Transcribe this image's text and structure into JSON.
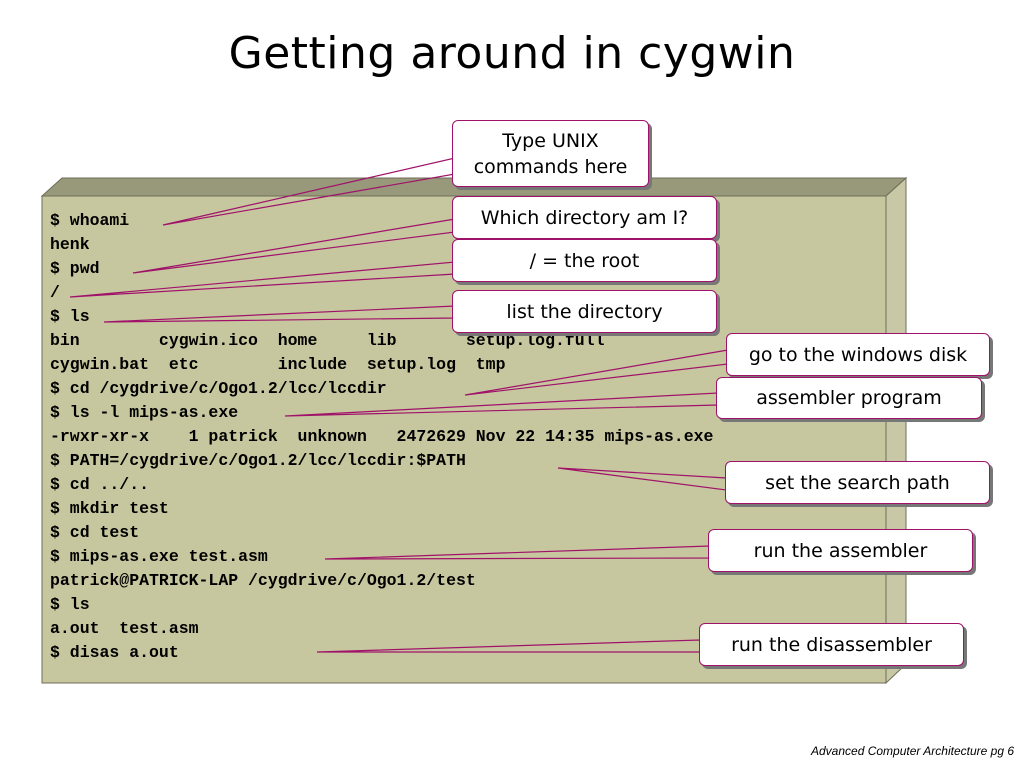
{
  "title": "Getting around in cygwin",
  "colors": {
    "terminal_face": "#c7c79f",
    "terminal_top": "#98987a",
    "terminal_side": "#c8c8a6",
    "callout_border": "#a0126a",
    "leader_line": "#a0126a"
  },
  "terminal": {
    "lines": [
      "$ whoami",
      "henk",
      "$ pwd",
      "/",
      "$ ls",
      "bin        cygwin.ico  home     lib       setup.log.full",
      "cygwin.bat  etc        include  setup.log  tmp",
      "$ cd /cygdrive/c/Ogo1.2/lcc/lccdir",
      "$ ls -l mips-as.exe",
      "-rwxr-xr-x    1 patrick  unknown   2472629 Nov 22 14:35 mips-as.exe",
      "$ PATH=/cygdrive/c/Ogo1.2/lcc/lccdir:$PATH",
      "$ cd ../..",
      "$ mkdir test",
      "$ cd test",
      "$ mips-as.exe test.asm",
      "patrick@PATRICK-LAP /cygdrive/c/Ogo1.2/test",
      "$ ls",
      "a.out  test.asm",
      "$ disas a.out"
    ]
  },
  "callouts": {
    "type_unix": "Type UNIX\ncommands here",
    "which_dir": "Which directory am I?",
    "root": "/ = the root",
    "list_dir": "list the directory",
    "windows_disk": "go to the windows disk",
    "assembler_program": "assembler program",
    "search_path": "set the search path",
    "run_assembler": "run the assembler",
    "run_disassembler": "run the disassembler"
  },
  "footer": "Advanced Computer Architecture  pg 6"
}
